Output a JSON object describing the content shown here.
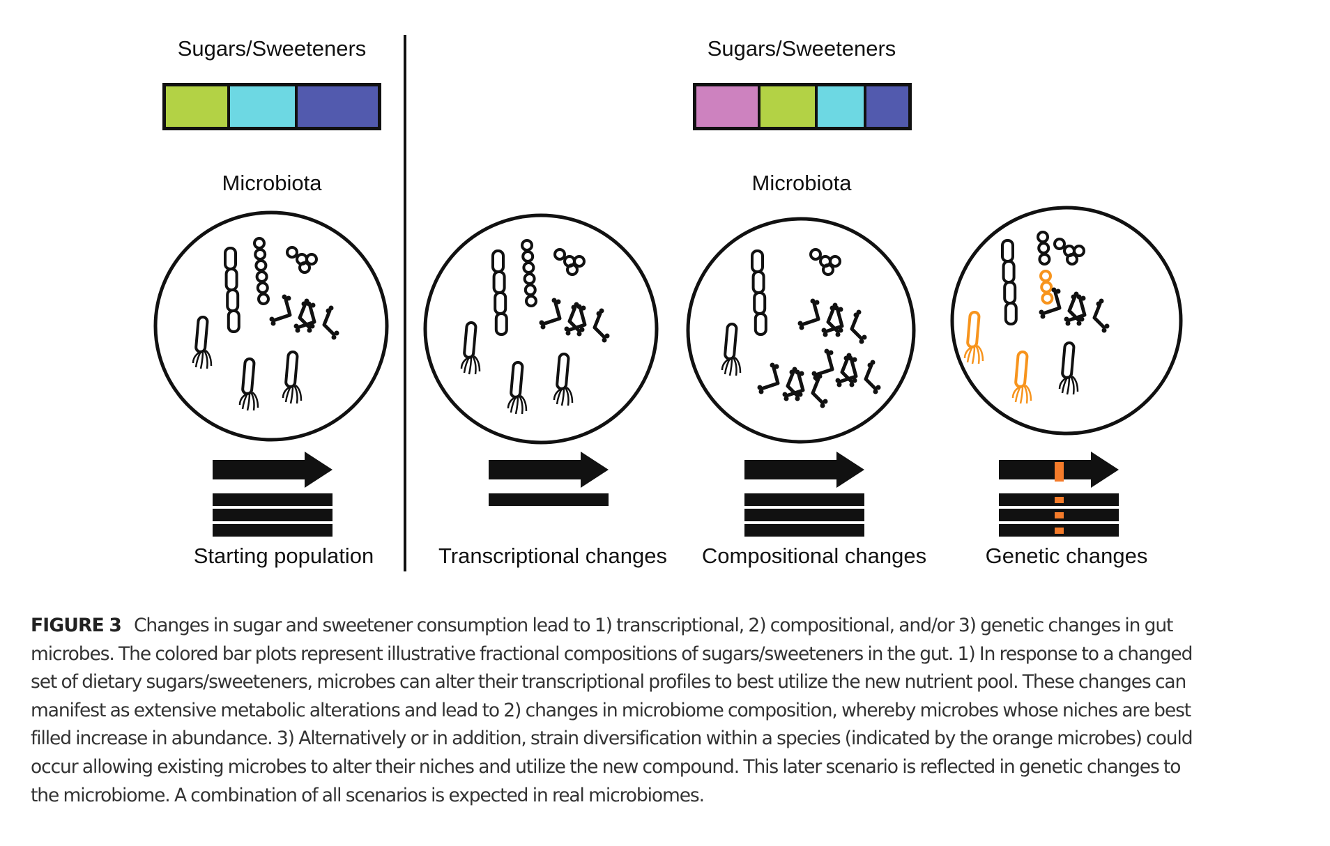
{
  "figure": {
    "divider": true,
    "left_panel": {
      "sugars_title": "Sugars/Sweeteners",
      "microbiota_title": "Microbiota",
      "bar_segments": [
        {
          "name": "sugar-green",
          "color": "#b3d245",
          "fraction": 0.29
        },
        {
          "name": "sugar-cyan",
          "color": "#6dd8e3",
          "fraction": 0.32
        },
        {
          "name": "sugar-indigo",
          "color": "#525aae",
          "fraction": 0.39
        }
      ]
    },
    "right_panel": {
      "sugars_title": "Sugars/Sweeteners",
      "microbiota_title": "Microbiota",
      "bar_segments": [
        {
          "name": "sweetener-pink",
          "color": "#cd82bf",
          "fraction": 0.29
        },
        {
          "name": "sugar-green",
          "color": "#b3d245",
          "fraction": 0.27
        },
        {
          "name": "sugar-cyan",
          "color": "#6dd8e3",
          "fraction": 0.23
        },
        {
          "name": "sugar-indigo",
          "color": "#525aae",
          "fraction": 0.21
        }
      ]
    },
    "panels": [
      {
        "label": "Starting population",
        "transcript_bars": 3,
        "mutations": false
      },
      {
        "label": "Transcriptional changes",
        "transcript_bars": 1,
        "mutations": false
      },
      {
        "label": "Compositional changes",
        "transcript_bars": 3,
        "mutations": false
      },
      {
        "label": "Genetic changes",
        "transcript_bars": 3,
        "mutations": true
      }
    ],
    "colors": {
      "ink": "#111111",
      "mutant": "#f7941d",
      "mutation_mark": "#f47b2a"
    }
  },
  "caption": {
    "figure_label": "FIGURE 3",
    "lines": [
      "Changes in sugar and sweetener consumption lead to 1) transcriptional, 2) compositional, and/or 3) genetic changes in gut",
      "microbes. The colored bar plots represent illustrative fractional compositions of sugars/sweeteners in the gut. 1) In response to a changed",
      "set of dietary sugars/sweeteners, microbes can alter their transcriptional profiles to best utilize the new nutrient pool. These changes can",
      "manifest as extensive metabolic alterations and lead to 2) changes in microbiome composition, whereby microbes whose niches are best",
      "filled increase in abundance. 3) Alternatively or in addition, strain diversification within a species (indicated by the orange microbes) could",
      "occur allowing existing microbes to alter their niches and utilize the new compound. This later scenario is reflected in genetic changes to",
      "the microbiome. A combination of all scenarios is expected in real microbiomes."
    ]
  }
}
